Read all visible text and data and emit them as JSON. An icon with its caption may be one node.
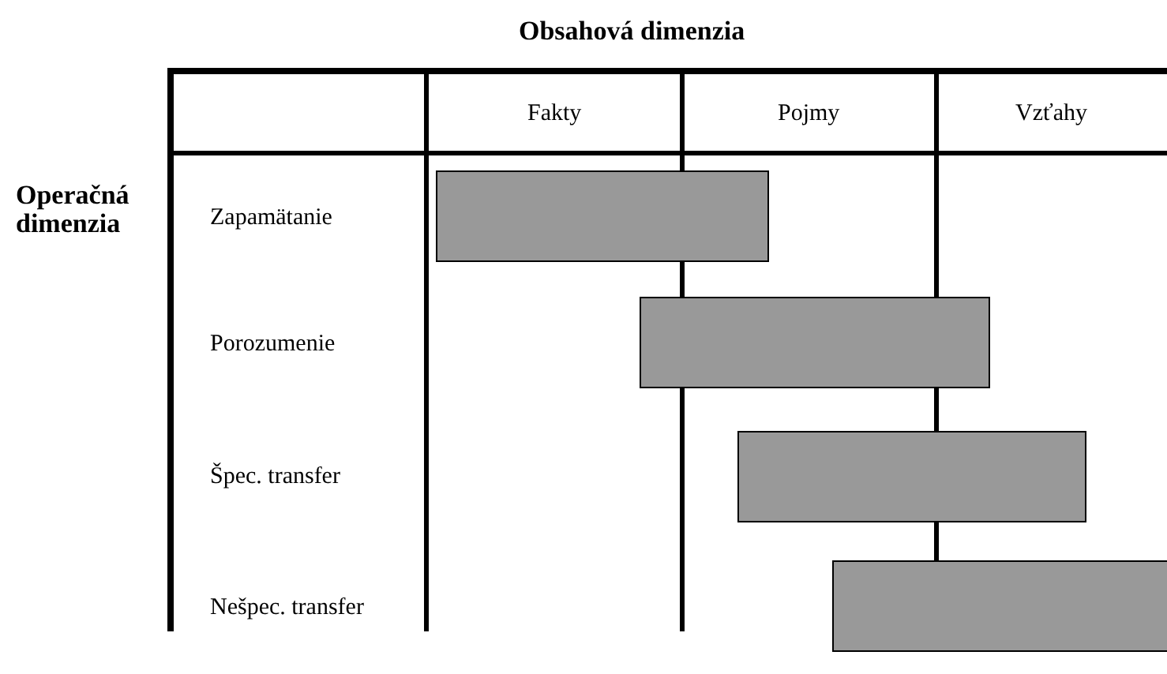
{
  "diagram": {
    "nodes": [
      {
        "text": [],
        "shape": "bar"
      },
      {
        "text": [],
        "shape": "bar"
      },
      {
        "text": [],
        "shape": "bar"
      },
      {
        "text": [],
        "shape": "bar"
      }
    ],
    "labels": [
      "Obsahová dimenzia",
      "Fakty",
      "Pojmy",
      "Vzťahy",
      "Operačná dimenzia",
      "Zapamätanie",
      "Porozumenie",
      "Špec. transfer",
      "Nešpec. transfer"
    ]
  }
}
